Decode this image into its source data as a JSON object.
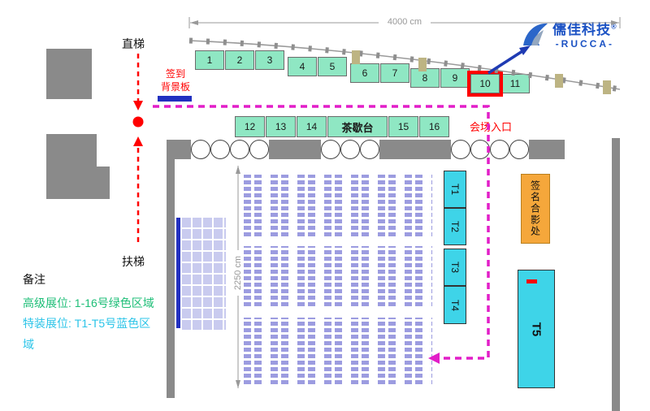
{
  "logo": {
    "brand": "儒佳科技",
    "reg": "®",
    "sub": "-RUCCA-"
  },
  "dims": {
    "width": "4000 cm",
    "height": "2250 cm"
  },
  "labels": {
    "elevator": "直梯",
    "escalator": "扶梯",
    "signin_line1": "签到",
    "signin_line2": "背景板",
    "entrance": "会场入口",
    "tea": "茶歇台",
    "signature": "签名合影处",
    "notes_title": "备注",
    "note_premium": "高级展位: 1-16号绿色区域",
    "note_special": "特装展位: T1-T5号蓝色区域"
  },
  "booths": {
    "row1": [
      "1",
      "2",
      "3",
      "4",
      "5",
      "6",
      "7",
      "8",
      "9",
      "10",
      "11"
    ],
    "row2": [
      "12",
      "13",
      "14"
    ],
    "row2b": [
      "15",
      "16"
    ],
    "special": [
      "T1",
      "T2",
      "T3",
      "T4",
      "T5"
    ],
    "highlighted_booth": "10"
  },
  "colors": {
    "booth-green": "#8fe7c3",
    "special-cyan": "#3ed4e8",
    "signature-orange": "#f5a73b",
    "seat-purple": "#9c9ce0",
    "grid-lavender": "#c9cbef",
    "wall-grey": "#8a8a8a",
    "route-magenta": "#e21ec8",
    "alert-red": "#ff0000",
    "brand-blue": "#1b52c4",
    "navy": "#2230c0",
    "note-green": "#1dbe77",
    "note-cyan": "#2bc4e8",
    "dim-grey": "#999999",
    "khaki": "#bdb483"
  }
}
